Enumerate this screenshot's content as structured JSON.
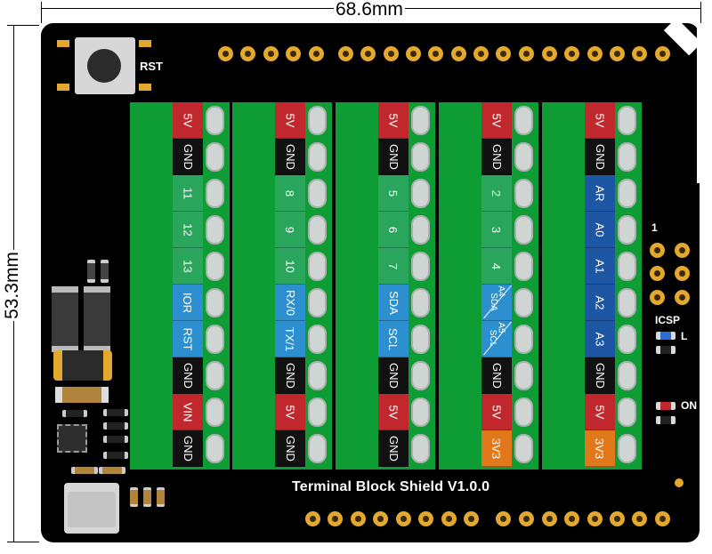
{
  "dimensions": {
    "width_label": "68.6mm",
    "height_label": "53.3mm"
  },
  "board": {
    "title": "Terminal Block Shield V1.0.0",
    "reset_label": "RST",
    "icsp_label": "ICSP",
    "icsp_pin1": "1",
    "led_l_label": "L",
    "led_on_label": "ON"
  },
  "colors": {
    "5v": "#c0282d",
    "gnd": "#111111",
    "digital": "#2aa55c",
    "uart_i2c": "#2c8fcf",
    "analog": "#1d56a3",
    "3v3": "#e2781c",
    "pcb": "#000000",
    "terminal": "#0e9c35"
  },
  "blocks": [
    {
      "labels": [
        {
          "text": "5V",
          "kind": "5v"
        },
        {
          "text": "GND",
          "kind": "gnd"
        },
        {
          "text": "11",
          "kind": "digital"
        },
        {
          "text": "12",
          "kind": "digital"
        },
        {
          "text": "13",
          "kind": "digital"
        },
        {
          "text": "IOR",
          "kind": "uart_i2c"
        },
        {
          "text": "RST",
          "kind": "uart_i2c"
        },
        {
          "text": "GND",
          "kind": "gnd"
        },
        {
          "text": "VIN",
          "kind": "5v"
        },
        {
          "text": "GND",
          "kind": "gnd"
        }
      ]
    },
    {
      "labels": [
        {
          "text": "5V",
          "kind": "5v"
        },
        {
          "text": "GND",
          "kind": "gnd"
        },
        {
          "text": "8",
          "kind": "digital"
        },
        {
          "text": "9",
          "kind": "digital"
        },
        {
          "text": "10",
          "kind": "digital"
        },
        {
          "text": "RX/0",
          "kind": "uart_i2c"
        },
        {
          "text": "TX/1",
          "kind": "uart_i2c"
        },
        {
          "text": "GND",
          "kind": "gnd"
        },
        {
          "text": "5V",
          "kind": "5v"
        },
        {
          "text": "GND",
          "kind": "gnd"
        }
      ]
    },
    {
      "labels": [
        {
          "text": "5V",
          "kind": "5v"
        },
        {
          "text": "GND",
          "kind": "gnd"
        },
        {
          "text": "5",
          "kind": "digital"
        },
        {
          "text": "6",
          "kind": "digital"
        },
        {
          "text": "7",
          "kind": "digital"
        },
        {
          "text": "SDA",
          "kind": "uart_i2c"
        },
        {
          "text": "SCL",
          "kind": "uart_i2c"
        },
        {
          "text": "GND",
          "kind": "gnd"
        },
        {
          "text": "5V",
          "kind": "5v"
        },
        {
          "text": "GND",
          "kind": "gnd"
        }
      ]
    },
    {
      "labels": [
        {
          "text": "5V",
          "kind": "5v"
        },
        {
          "text": "GND",
          "kind": "gnd"
        },
        {
          "text": "2",
          "kind": "digital"
        },
        {
          "text": "3",
          "kind": "digital"
        },
        {
          "text": "4",
          "kind": "digital"
        },
        {
          "text": "A4",
          "text2": "SDA",
          "kind": "uart_i2c",
          "split": true
        },
        {
          "text": "A5",
          "text2": "SCL",
          "kind": "uart_i2c",
          "split": true
        },
        {
          "text": "GND",
          "kind": "gnd"
        },
        {
          "text": "5V",
          "kind": "5v"
        },
        {
          "text": "3V3",
          "kind": "3v3"
        }
      ]
    },
    {
      "labels": [
        {
          "text": "5V",
          "kind": "5v"
        },
        {
          "text": "GND",
          "kind": "gnd"
        },
        {
          "text": "AR",
          "kind": "analog"
        },
        {
          "text": "A0",
          "kind": "analog"
        },
        {
          "text": "A1",
          "kind": "analog"
        },
        {
          "text": "A2",
          "kind": "analog"
        },
        {
          "text": "A3",
          "kind": "analog"
        },
        {
          "text": "GND",
          "kind": "gnd"
        },
        {
          "text": "5V",
          "kind": "5v"
        },
        {
          "text": "3V3",
          "kind": "3v3"
        }
      ]
    }
  ]
}
